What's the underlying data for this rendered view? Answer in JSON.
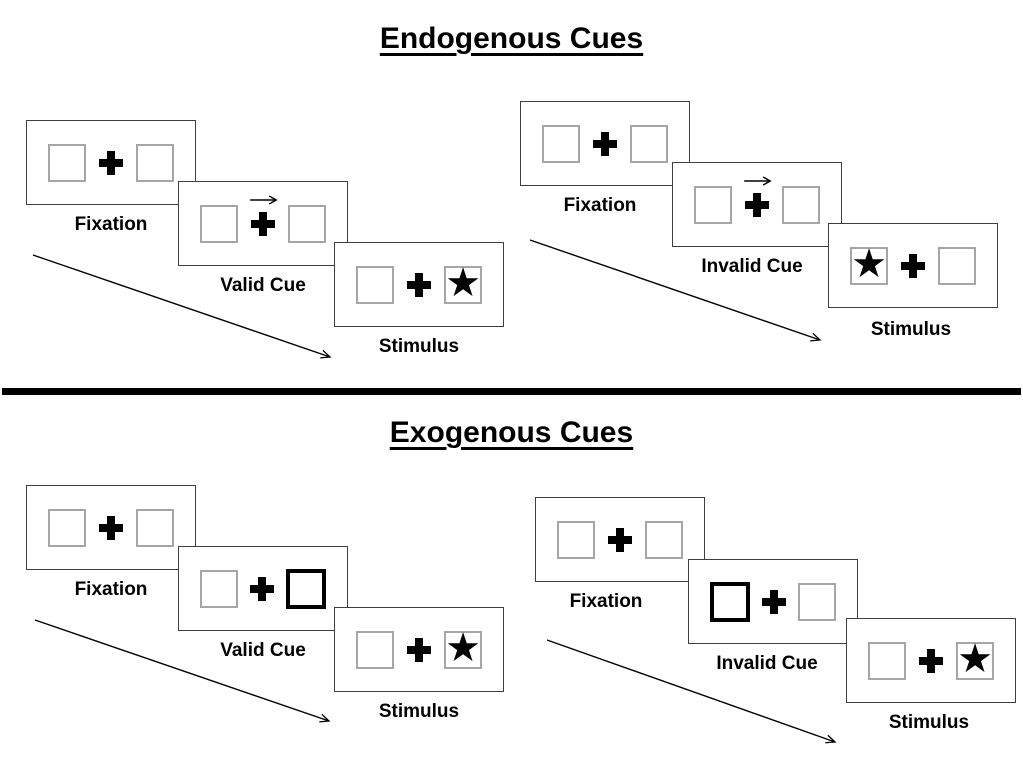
{
  "colors": {
    "background": "#ffffff",
    "panel_border": "#3f3f3f",
    "box_border": "#a6a6a6",
    "highlight_box_border": "#000000",
    "text": "#000000",
    "divider": "#000000",
    "arrow": "#000000"
  },
  "glyphs": {
    "star": "★"
  },
  "icons": {
    "fixation_cross": "plus-cross",
    "cue_arrow": "right-arrow",
    "target": "star",
    "timeline_arrow": "diagonal-down-right-arrow"
  },
  "sections": [
    {
      "title": "Endogenous Cues",
      "groups": [
        {
          "name": "valid",
          "panels": [
            {
              "label": "Fixation"
            },
            {
              "label": "Valid Cue",
              "cue": "arrow-right"
            },
            {
              "label": "Stimulus",
              "star_side": "right"
            }
          ]
        },
        {
          "name": "invalid",
          "panels": [
            {
              "label": "Fixation"
            },
            {
              "label": "Invalid Cue",
              "cue": "arrow-right"
            },
            {
              "label": "Stimulus",
              "star_side": "left"
            }
          ]
        }
      ]
    },
    {
      "title": "Exogenous Cues",
      "groups": [
        {
          "name": "valid",
          "panels": [
            {
              "label": "Fixation"
            },
            {
              "label": "Valid Cue",
              "highlight_side": "right"
            },
            {
              "label": "Stimulus",
              "star_side": "right"
            }
          ]
        },
        {
          "name": "invalid",
          "panels": [
            {
              "label": "Fixation"
            },
            {
              "label": "Invalid Cue",
              "highlight_side": "left"
            },
            {
              "label": "Stimulus",
              "star_side": "right"
            }
          ]
        }
      ]
    }
  ]
}
